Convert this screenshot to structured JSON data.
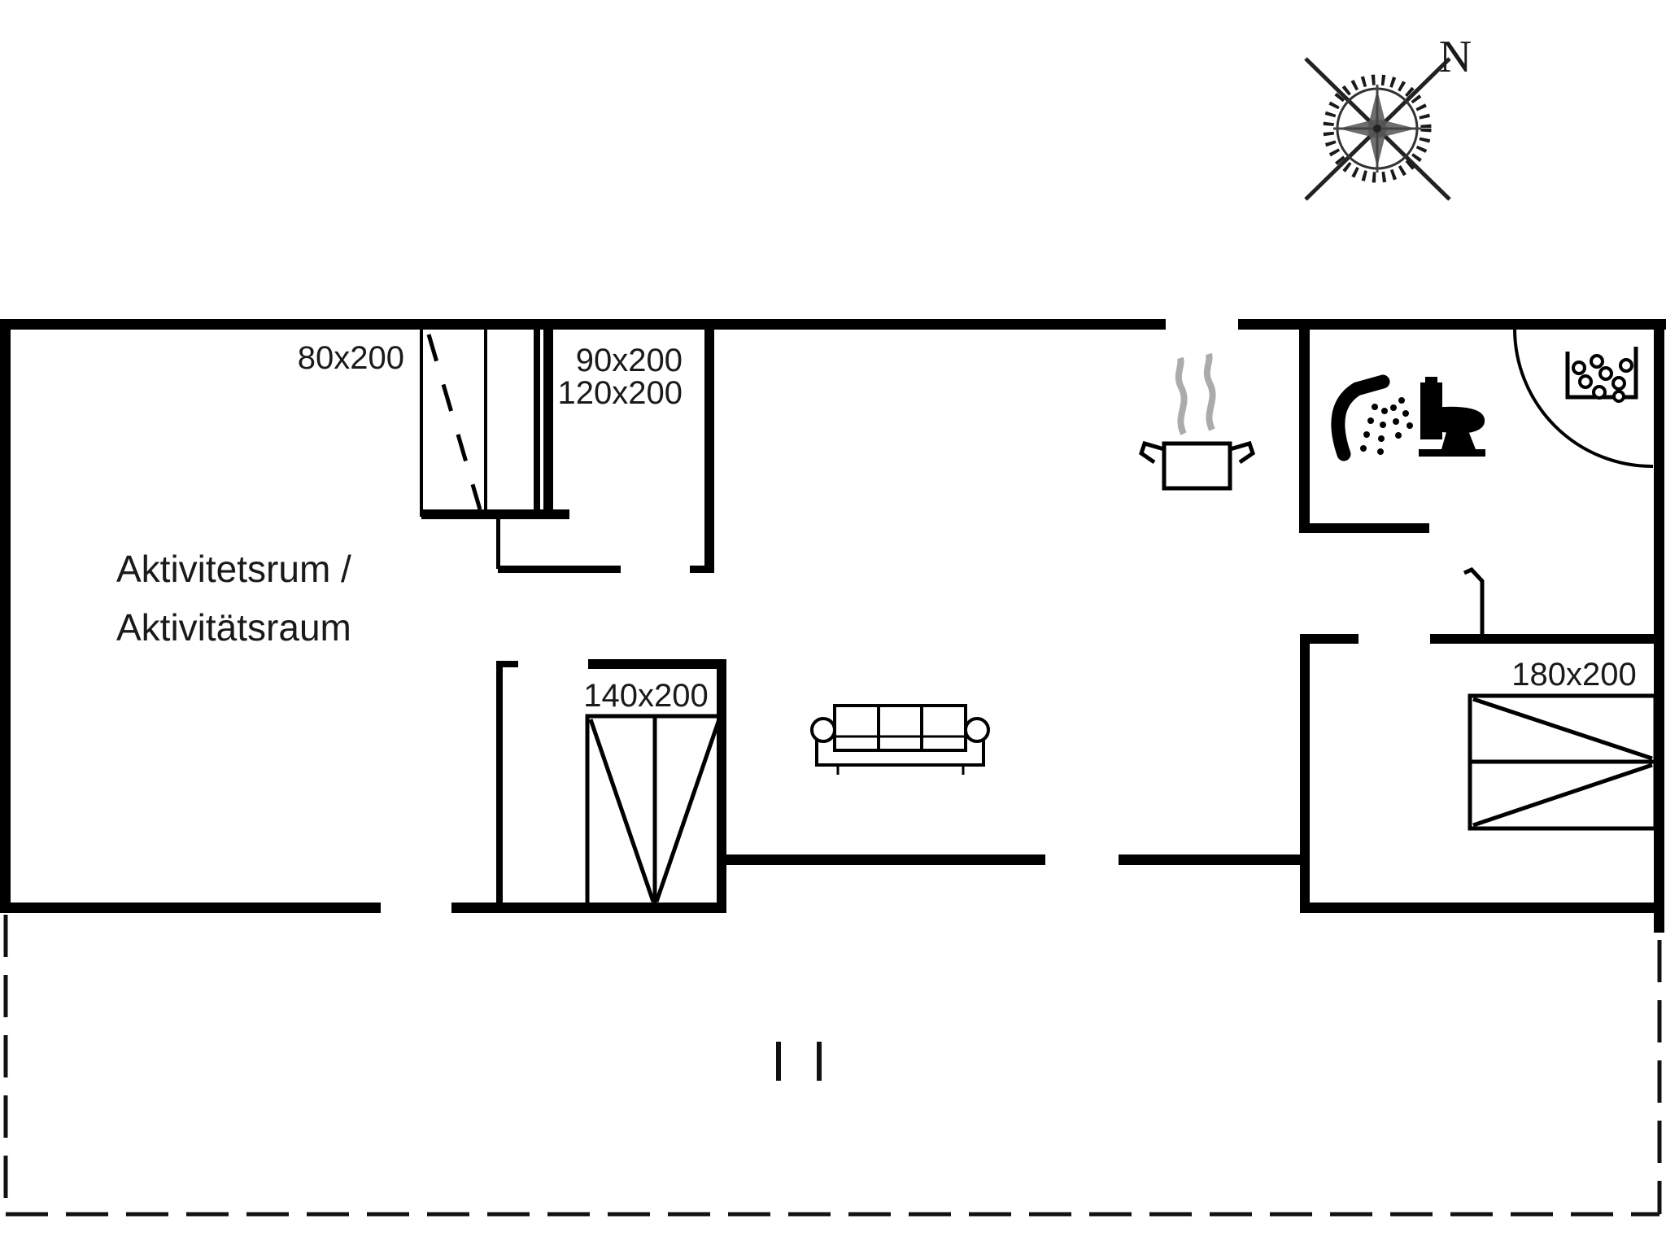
{
  "plan": {
    "type": "holiday-house-floor-plan",
    "compass_label": "N",
    "room_label_line1": "Aktivitetsrum /",
    "room_label_line2": "Aktivitätsraum",
    "dims": {
      "sliding_door": "80x200",
      "door_90": "90x200",
      "door_120": "120x200",
      "bed_single": "140x200",
      "bed_double": "180x200"
    },
    "icons": {
      "compass": "compass-rose-icon",
      "cooking": "cooking-pot-steam-icon",
      "shower": "shower-head-icon",
      "toilet": "toilet-icon",
      "basin": "washbasin-bubbles-icon",
      "sofa": "sofa-icon",
      "bed_double": "double-bed-icon",
      "bed_single": "single-bed-icon"
    },
    "colors": {
      "wall": "#000000",
      "text": "#1a1a1a",
      "steam": "#ababab",
      "background": "#ffffff"
    }
  }
}
